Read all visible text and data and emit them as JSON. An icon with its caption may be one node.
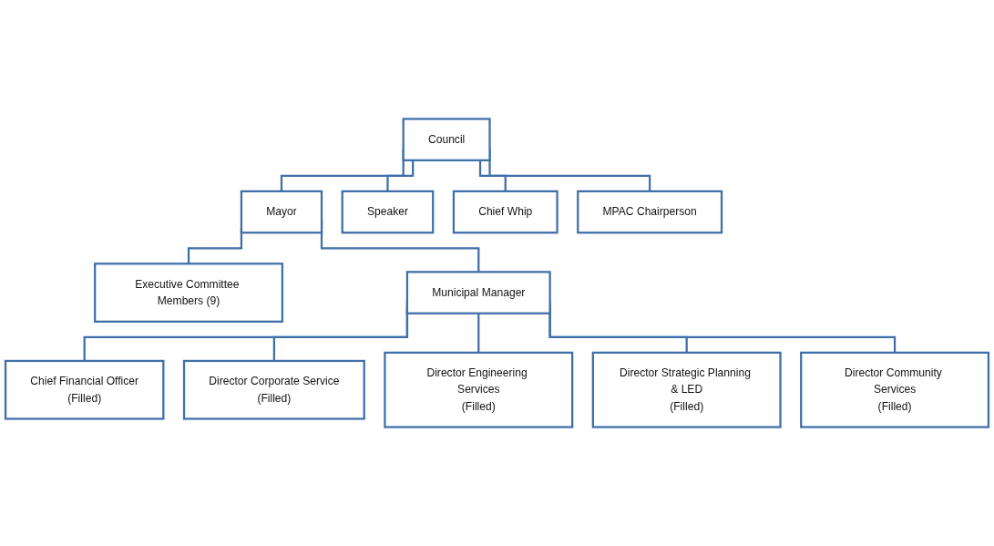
{
  "diagram": {
    "nodes": [
      {
        "text": [
          "Council"
        ]
      },
      {
        "text": [
          "Mayor"
        ]
      },
      {
        "text": [
          "Speaker"
        ]
      },
      {
        "text": [
          "Chief Whip"
        ]
      },
      {
        "text": [
          "MPAC Chairperson"
        ]
      },
      {
        "text": [
          "Executive Committee Members (9)"
        ]
      },
      {
        "text": [
          "Municipal Manager"
        ]
      },
      {
        "text": [
          "Chief Financial Officer",
          "(Filled)"
        ]
      },
      {
        "text": [
          "Director Corporate Service",
          "(Filled)"
        ]
      },
      {
        "text": [
          "Director Engineering Services",
          "(Filled)"
        ]
      },
      {
        "text": [
          "Director Strategic Planning & LED",
          "(Filled)"
        ]
      },
      {
        "text": [
          "Director Community Services",
          "(Filled)"
        ]
      }
    ],
    "edges": [
      {
        "from": 0,
        "to": 1,
        "arrow": "none"
      },
      {
        "from": 0,
        "to": 2,
        "arrow": "none"
      },
      {
        "from": 0,
        "to": 3,
        "arrow": "none"
      },
      {
        "from": 0,
        "to": 4,
        "arrow": "none"
      },
      {
        "from": 1,
        "to": 5,
        "arrow": "none"
      },
      {
        "from": 1,
        "to": 6,
        "arrow": "none"
      },
      {
        "from": 6,
        "to": 7,
        "arrow": "none"
      },
      {
        "from": 6,
        "to": 8,
        "arrow": "none"
      },
      {
        "from": 6,
        "to": 9,
        "arrow": "none"
      },
      {
        "from": 6,
        "to": 10,
        "arrow": "none"
      },
      {
        "from": 6,
        "to": 11,
        "arrow": "none"
      }
    ]
  }
}
